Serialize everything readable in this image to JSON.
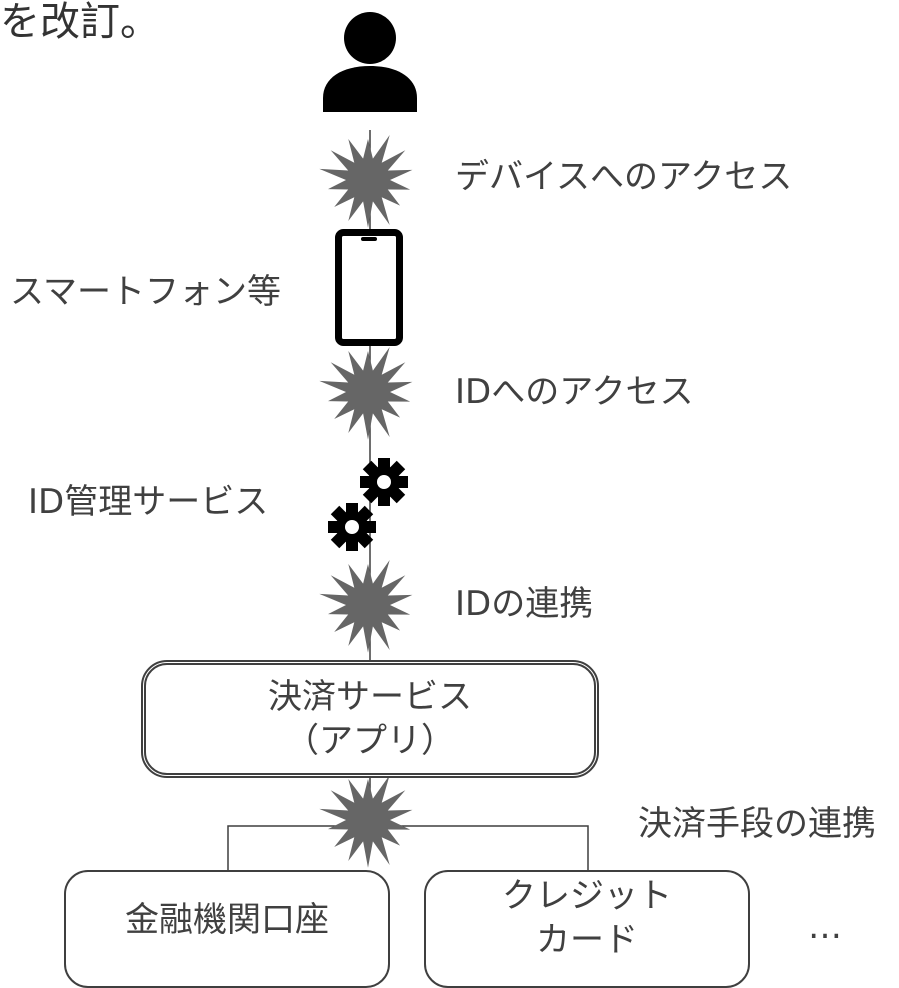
{
  "heading_fragment": "を改訂。",
  "labels": {
    "device_access": "デバイスへのアクセス",
    "smartphone": "スマートフォン等",
    "id_access": "IDへのアクセス",
    "id_management": "ID管理サービス",
    "id_linkage": "IDの連携",
    "payment_method_linkage": "決済手段の連携"
  },
  "payment_service": {
    "line1": "決済サービス",
    "line2": "（アプリ）"
  },
  "bank_account": "金融機関口座",
  "credit_card": {
    "line1": "クレジット",
    "line2": "カード"
  },
  "ellipsis": "…",
  "colors": {
    "burst": "#666666",
    "line": "#3f3f3f",
    "icon": "#000000",
    "text": "#404040"
  },
  "icons": [
    "person-icon",
    "smartphone-icon",
    "gears-icon",
    "burst-icon"
  ]
}
